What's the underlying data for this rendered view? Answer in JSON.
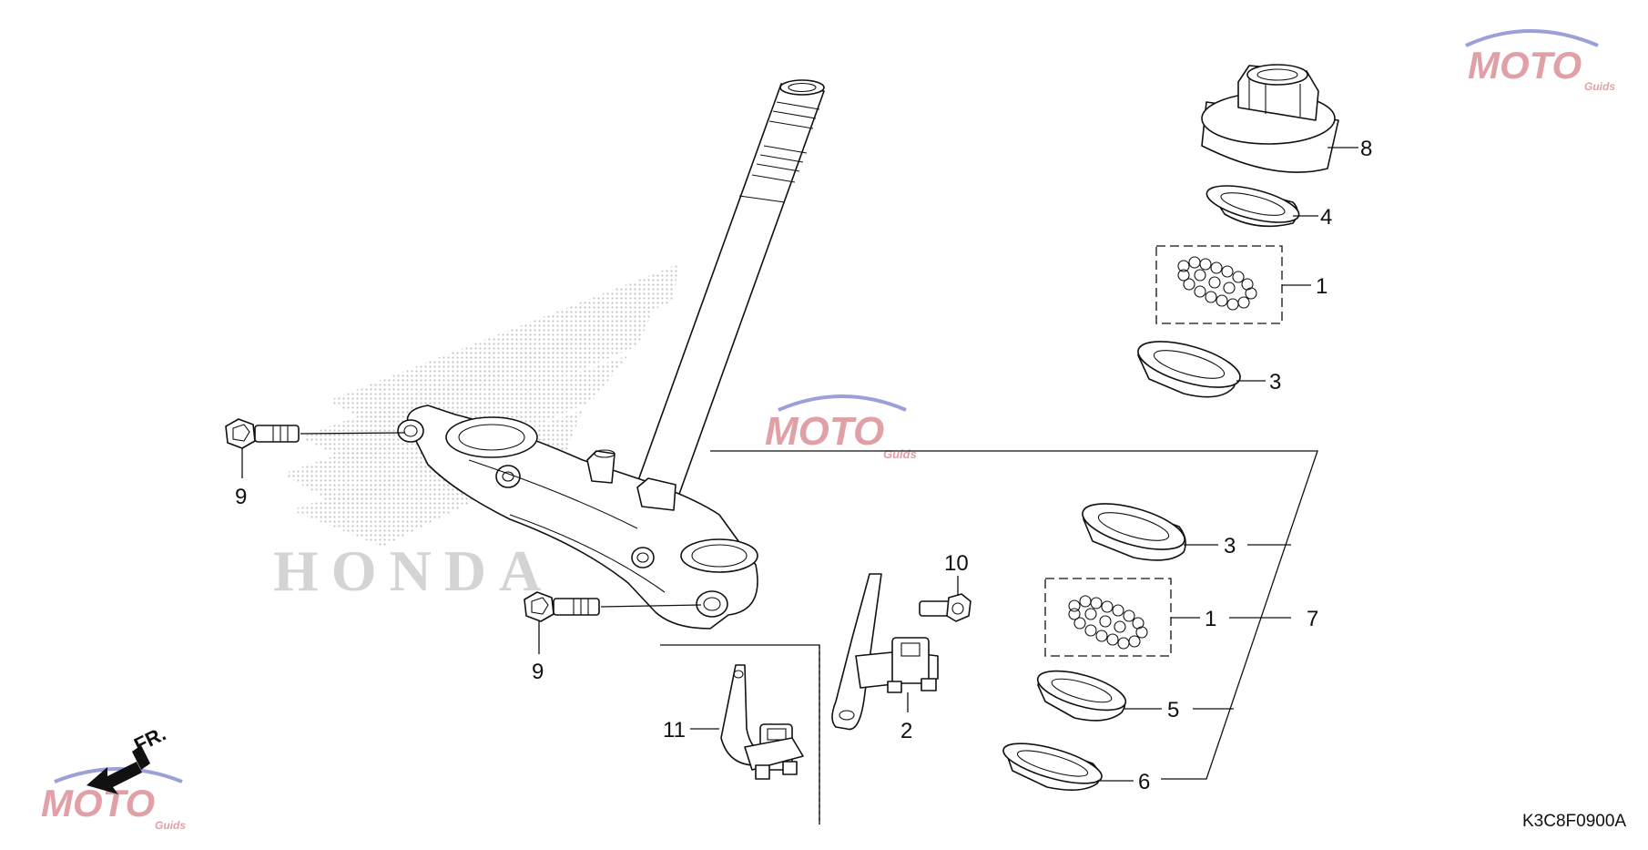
{
  "diagram_code": "K3C8F0900A",
  "fr_label": "FR.",
  "brand_watermark": "HONDA",
  "site_watermark": {
    "text": "MOTO",
    "subtext": "Guids"
  },
  "callouts": {
    "n1_upper": "1",
    "n1_lower": "1",
    "n2": "2",
    "n3_upper": "3",
    "n3_lower": "3",
    "n4": "4",
    "n5": "5",
    "n6": "6",
    "n7": "7",
    "n8": "8",
    "n9_left": "9",
    "n9_lower": "9",
    "n10": "10",
    "n11": "11"
  },
  "colors": {
    "line": "#111111",
    "watermark_red": "#e1a0a6",
    "watermark_blue": "#9aa0d8",
    "honda_dots": "#c8c8c8"
  }
}
